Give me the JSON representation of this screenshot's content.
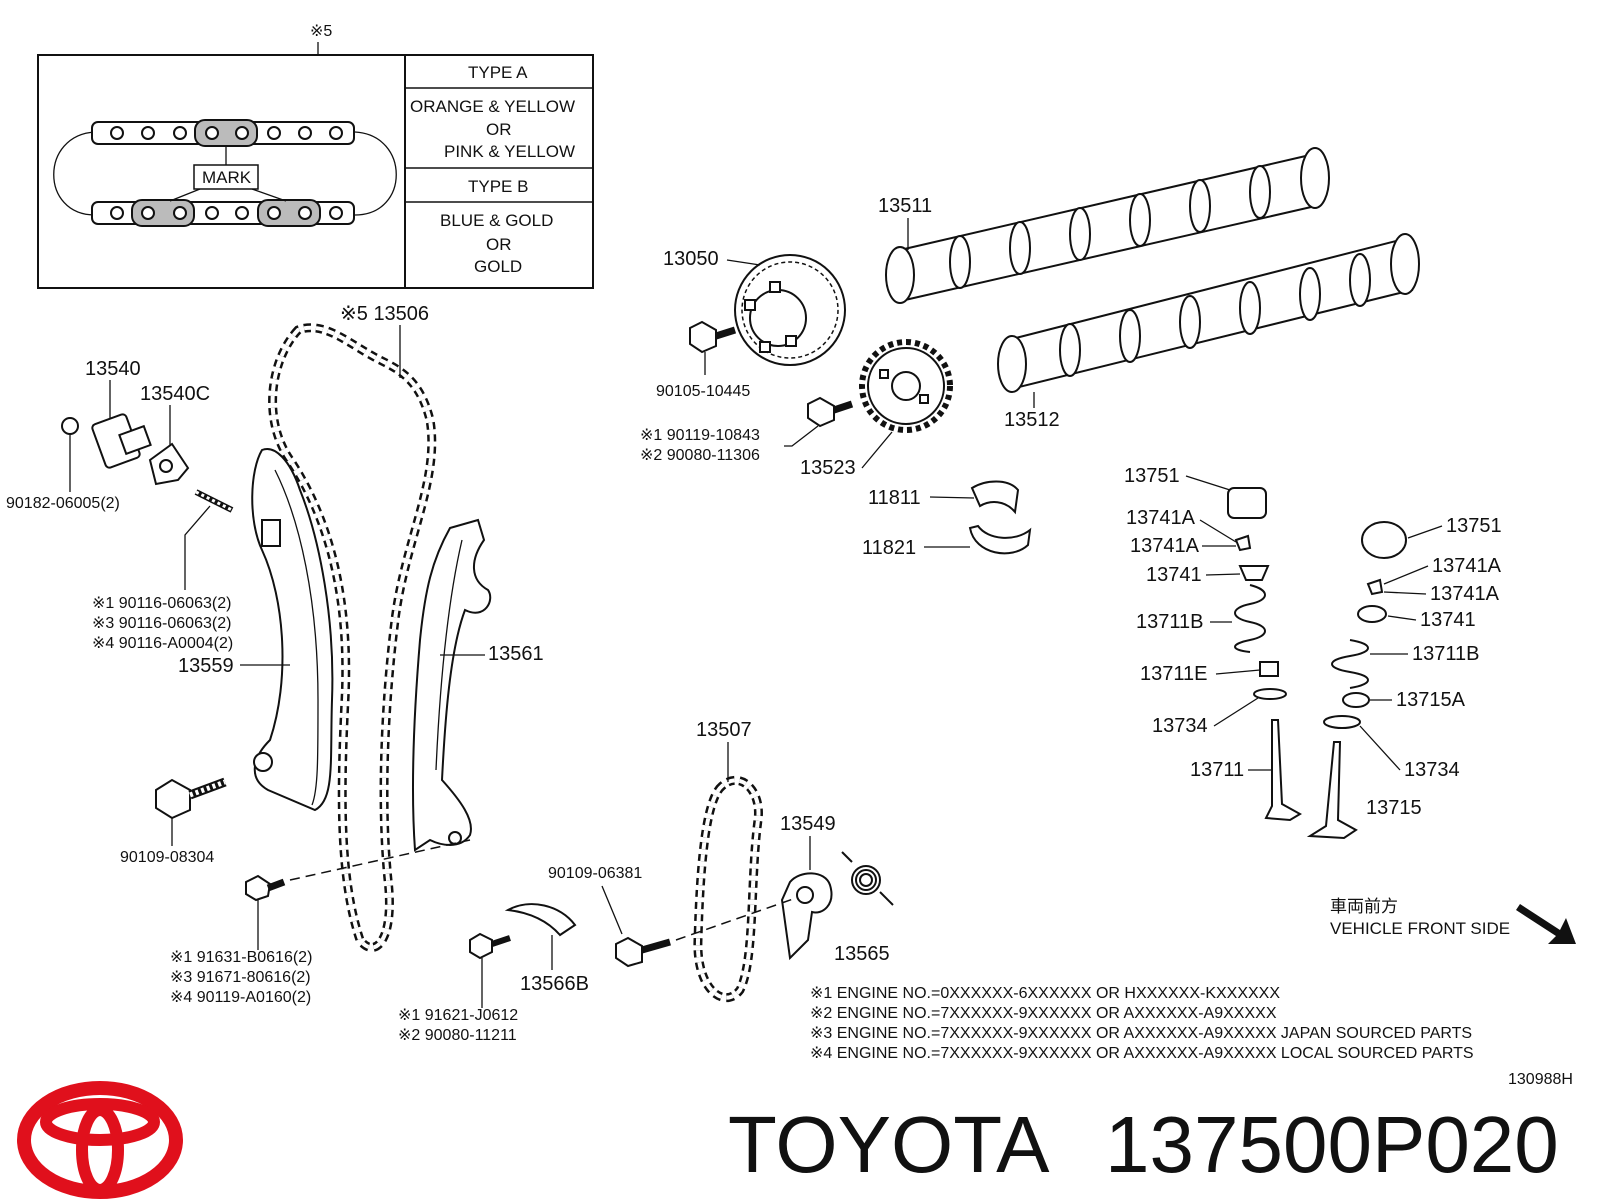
{
  "inset": {
    "ref_note": "※5",
    "mark_label": "MARK",
    "type_a_label": "TYPE A",
    "type_a_line1": "ORANGE & YELLOW",
    "type_a_line2": "OR",
    "type_a_line3": "PINK & YELLOW",
    "type_b_label": "TYPE B",
    "type_b_line1": "BLUE & GOLD",
    "type_b_line2": "OR",
    "type_b_line3": "GOLD"
  },
  "labels": {
    "p13506": "※5 13506",
    "p13540": "13540",
    "p13540c": "13540C",
    "p90182": "90182-06005(2)",
    "p90116_1": "※1 90116-06063(2)",
    "p90116_3": "※3 90116-06063(2)",
    "p90116_4": "※4 90116-A0004(2)",
    "p13559": "13559",
    "p13561": "13561",
    "p90109_08304": "90109-08304",
    "p91631": "※1 91631-B0616(2)",
    "p91671": "※3 91671-80616(2)",
    "p90119": "※4 90119-A0160(2)",
    "p13050": "13050",
    "p90105": "90105-10445",
    "p90119_10843": "※1 90119-10843",
    "p90080_11306": "※2 90080-11306",
    "p13523": "13523",
    "p13511": "13511",
    "p13512": "13512",
    "p11811": "11811",
    "p11821": "11821",
    "p13507": "13507",
    "p13549": "13549",
    "p90109_06381": "90109-06381",
    "p13565": "13565",
    "p13566b": "13566B",
    "p91621": "※1 91621-J0612",
    "p90080_11211": "※2 90080-11211",
    "p13751_l": "13751",
    "p13741a_l1": "13741A",
    "p13741a_l2": "13741A",
    "p13741_l": "13741",
    "p13711b_l": "13711B",
    "p13711e": "13711E",
    "p13734_l": "13734",
    "p13711": "13711",
    "p13751_r": "13751",
    "p13741a_r1": "13741A",
    "p13741a_r2": "13741A",
    "p13741_r": "13741",
    "p13711b_r": "13711B",
    "p13715a": "13715A",
    "p13734_r": "13734",
    "p13715": "13715"
  },
  "front": {
    "jp": "車両前方",
    "en": "VEHICLE FRONT SIDE"
  },
  "notes": [
    "※1 ENGINE NO.=0XXXXXX-6XXXXXX OR HXXXXXX-KXXXXXX",
    "※2 ENGINE NO.=7XXXXXX-9XXXXXX OR AXXXXXX-A9XXXXX",
    "※3 ENGINE NO.=7XXXXXX-9XXXXXX OR AXXXXXX-A9XXXXX  JAPAN SOURCED PARTS",
    "※4 ENGINE NO.=7XXXXXX-9XXXXXX OR AXXXXXX-A9XXXXX  LOCAL SOURCED PARTS"
  ],
  "diagram_code": "130988H",
  "brand": {
    "name": "TOYOTA",
    "part_number": "137500P020",
    "logo_color": "#e0101c"
  }
}
